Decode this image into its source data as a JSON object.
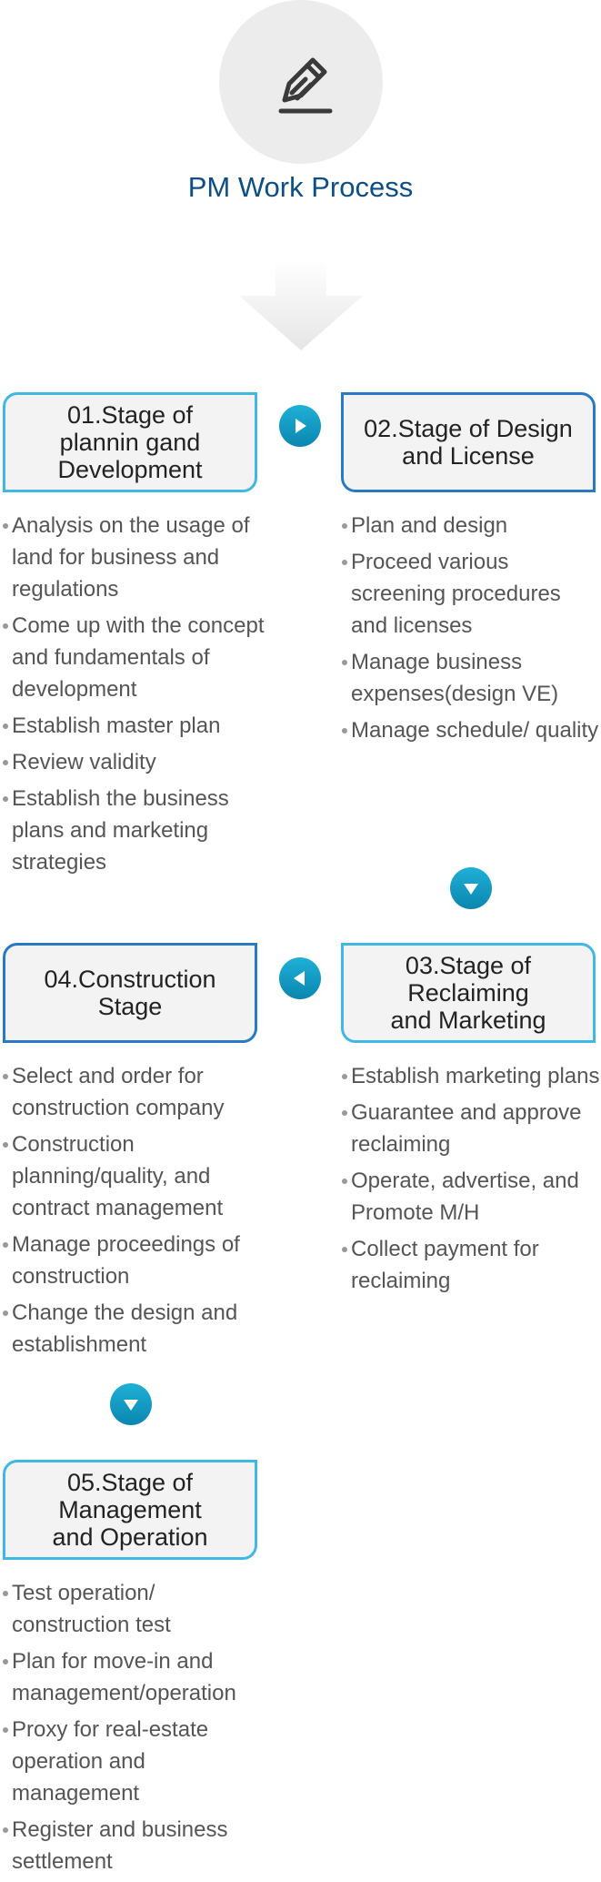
{
  "header": {
    "title": "PM Work Process",
    "icon": "pencil-edit-icon"
  },
  "colors": {
    "title": "#0c4f86",
    "border_light": "#3fb8e4",
    "border_dark": "#2979c5",
    "arrow": "#1a9cc6",
    "box_fill": "#f3f3f3"
  },
  "stages": [
    {
      "title": "01.Stage of\nplannin gand\nDevelopment",
      "items": [
        "Analysis on the usage of land for business and regulations",
        "Come up with the concept and fundamentals of development",
        "Establish master plan",
        "Review validity",
        "Establish the business plans and marketing strategies"
      ]
    },
    {
      "title": "02.Stage of Design\nand License",
      "items": [
        "Plan and design",
        "Proceed various screening procedures and licenses",
        "Manage business expenses(design VE)",
        "Manage schedule/ quality"
      ]
    },
    {
      "title": "03.Stage of\nReclaiming\nand Marketing",
      "items": [
        "Establish marketing plans",
        "Guarantee and approve reclaiming",
        "Operate, advertise, and Promote M/H",
        "Collect payment for reclaiming"
      ]
    },
    {
      "title": "04.Construction\nStage",
      "items": [
        "Select and order for construction company",
        "Construction planning/quality, and contract management",
        "Manage proceedings of construction",
        "Change the design and establishment"
      ]
    },
    {
      "title": "05.Stage of\nManagement\nand Operation",
      "items": [
        "Test operation/ construction test",
        "Plan for move-in and management/operation",
        "Proxy for real-estate operation and management",
        "Register and business settlement"
      ]
    }
  ]
}
